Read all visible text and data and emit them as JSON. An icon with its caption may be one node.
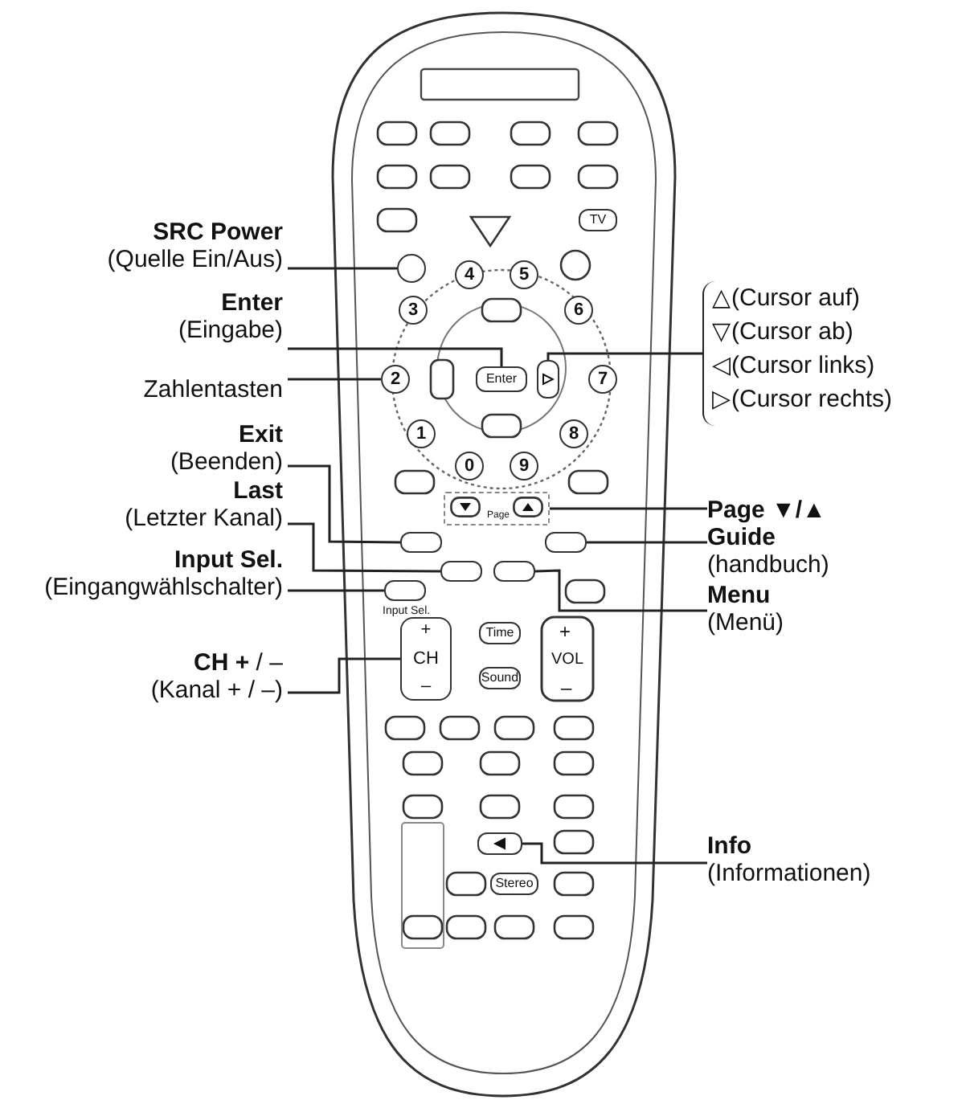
{
  "diagram": {
    "nodes": [
      {
        "text": [
          "SRC Power",
          "(Quelle Ein/Aus)"
        ]
      },
      {
        "text": [
          "Enter",
          "(Eingabe)"
        ]
      },
      {
        "text": [
          "Zahlentasten"
        ]
      },
      {
        "text": [
          "Exit",
          "(Beenden)"
        ]
      },
      {
        "text": [
          "Last",
          "(Letzter Kanal)"
        ]
      },
      {
        "text": [
          "Input Sel.",
          "(Eingangwählschalter)"
        ]
      },
      {
        "text": [
          "**CH +** / –",
          "(Kanal  + / –)"
        ]
      },
      {
        "text": [
          "△(Cursor auf)",
          "▽(Cursor ab)",
          "◁(Cursor links)",
          "▷(Cursor rechts)"
        ]
      },
      {
        "text": [
          "Page ▼/▲"
        ]
      },
      {
        "text": [
          "Guide",
          "(handbuch)"
        ]
      },
      {
        "text": [
          "Menu",
          "(Menü)"
        ]
      },
      {
        "text": [
          "Info",
          "(Informationen)"
        ]
      },
      {
        "text": [],
        "shape": "circle"
      },
      {
        "text": [
          "Enter"
        ]
      },
      {
        "text": [
          "2"
        ]
      },
      {
        "text": [],
        "shape": "box"
      },
      {
        "text": [],
        "shape": "box"
      },
      {
        "text": [],
        "shape": "box"
      },
      {
        "text": [
          "+",
          "CH",
          "–"
        ]
      },
      {
        "text": [],
        "shape": "box"
      },
      {
        "text": [
          "Page"
        ]
      },
      {
        "text": [],
        "shape": "box"
      },
      {
        "text": [],
        "shape": "box"
      },
      {
        "text": [],
        "shape": "box"
      }
    ],
    "edges": [
      {
        "from": 0,
        "to": 12,
        "arrow": "none"
      },
      {
        "from": 1,
        "to": 13,
        "arrow": "none"
      },
      {
        "from": 2,
        "to": 14,
        "arrow": "none"
      },
      {
        "from": 3,
        "to": 15,
        "arrow": "none"
      },
      {
        "from": 4,
        "to": 16,
        "arrow": "none"
      },
      {
        "from": 5,
        "to": 17,
        "arrow": "none"
      },
      {
        "from": 6,
        "to": 18,
        "arrow": "none"
      },
      {
        "from": 7,
        "to": 19,
        "arrow": "none"
      },
      {
        "from": 8,
        "to": 20,
        "arrow": "none"
      },
      {
        "from": 9,
        "to": 21,
        "arrow": "none"
      },
      {
        "from": 10,
        "to": 22,
        "arrow": "none"
      },
      {
        "from": 11,
        "to": 23,
        "arrow": "none"
      }
    ],
    "labels": [
      "TV",
      "4",
      "5",
      "3",
      "6",
      "7",
      "1",
      "8",
      "0",
      "9",
      "Input Sel.",
      "Time",
      "Sound",
      "VOL",
      "+",
      "–",
      "Stereo"
    ]
  }
}
